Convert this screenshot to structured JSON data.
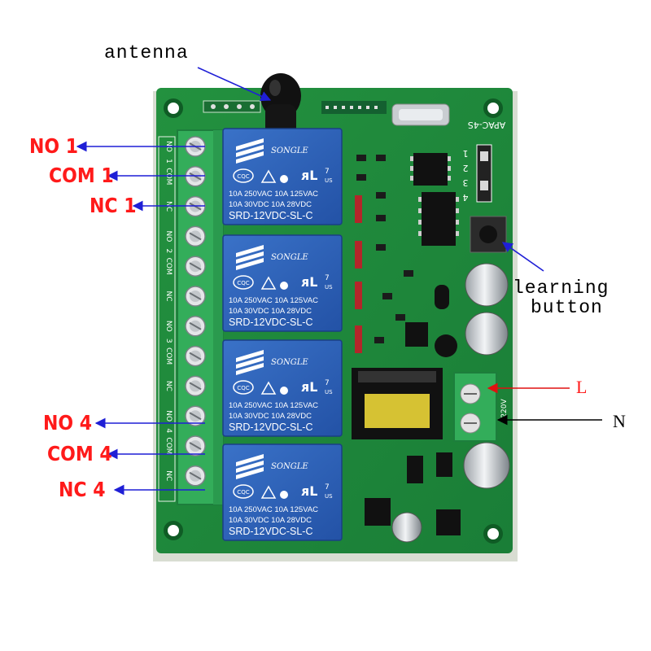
{
  "callouts": {
    "antenna": "antenna",
    "learning_line1": "learning",
    "learning_line2": "button",
    "no1": "NO 1",
    "com1": "COM 1",
    "nc1": "NC 1",
    "no4": "NO 4",
    "com4": "COM 4",
    "nc4": "NC 4",
    "live": "L",
    "neutral": "N"
  },
  "board": {
    "model": "APAC-4S",
    "jumper_digits": [
      "1",
      "2",
      "3",
      "4"
    ],
    "voltage_print": "220V",
    "terminal_groups": [
      {
        "no": "NO",
        "num": "1",
        "com": "COM",
        "nc": "NC"
      },
      {
        "no": "NO",
        "num": "2",
        "com": "COM",
        "nc": "NC"
      },
      {
        "no": "NO",
        "num": "3",
        "com": "COM",
        "nc": "NC"
      },
      {
        "no": "NO",
        "num": "4",
        "com": "COM",
        "nc": "NC"
      }
    ]
  },
  "relay": {
    "brand": "SONGLE",
    "cert_left": "CQC",
    "ul_number": "7",
    "ul_suffix": "US",
    "line1": "10A 250VAC  10A 125VAC",
    "line2": "10A 30VDC   10A 28VDC",
    "model": "SRD-12VDC-SL-C",
    "count": 4
  },
  "colors": {
    "board_green": "#1e8a3c",
    "relay_blue": "#2c61b8",
    "terminal_green": "#2fae57",
    "callout_red": "#ff1a1a",
    "arrow_blue": "#1f1fd6"
  }
}
